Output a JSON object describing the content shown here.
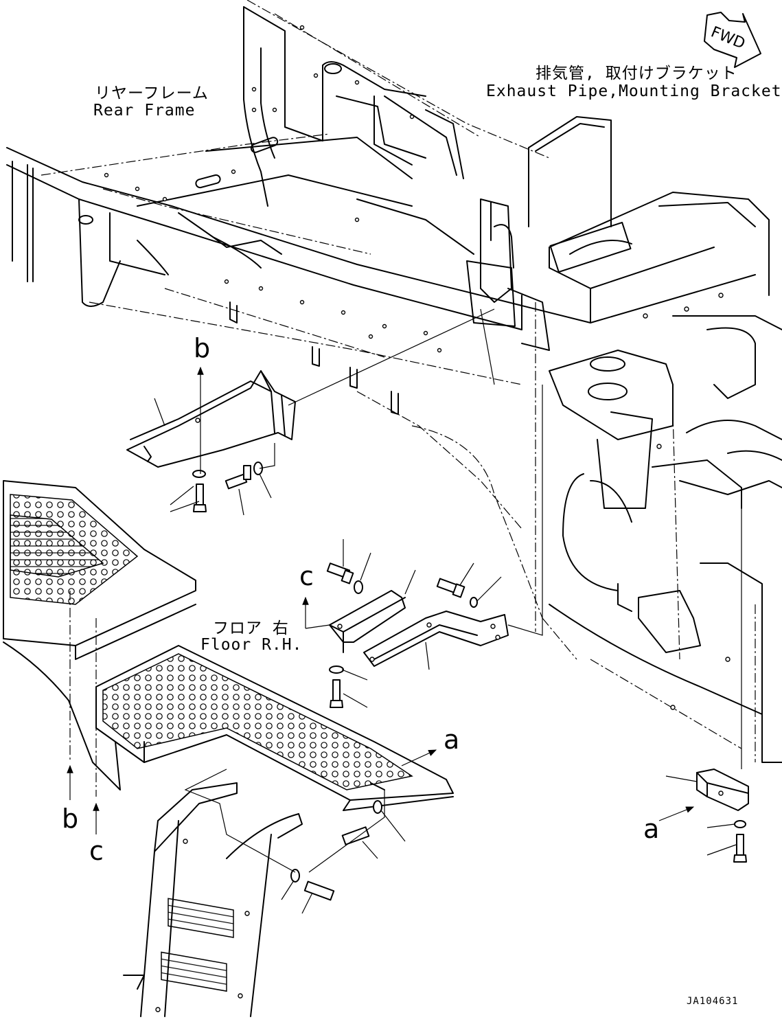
{
  "labels": {
    "rear_frame_jp": "リヤーフレーム",
    "rear_frame_en": "Rear Frame",
    "exhaust_jp": "排気管, 取付けブラケット",
    "exhaust_en": "Exhaust Pipe,Mounting Bracket",
    "floor_jp": "フロア 右",
    "floor_en": "Floor R.H.",
    "fwd": "FWD",
    "drawing_code": "JA104631"
  },
  "callouts": {
    "b_top": "b",
    "c_mid": "c",
    "a_right": "a",
    "b_bottom": "b",
    "c_bottom": "c",
    "a_bottom": "a"
  }
}
